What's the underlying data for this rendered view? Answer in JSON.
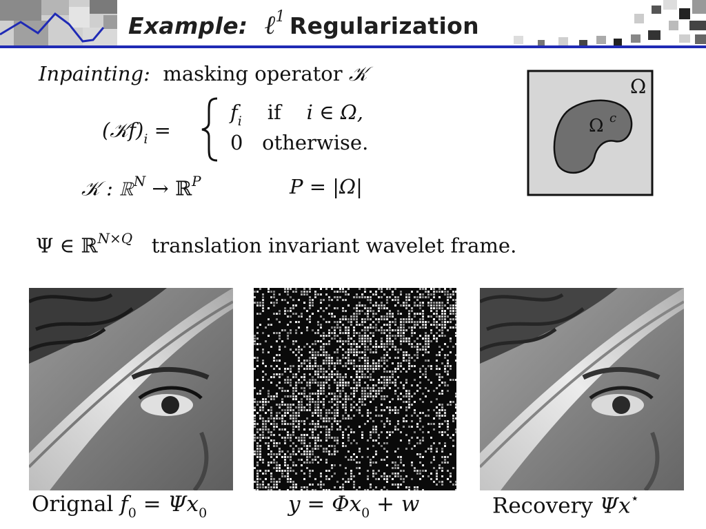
{
  "header": {
    "title_prefix": "Example:",
    "title_ell": "ℓ",
    "title_ell_sup": "1",
    "title_main": "Regularization",
    "rule_color": "#1f2ab5"
  },
  "definition": {
    "inpainting_label": "Inpainting:",
    "inpainting_text": "masking operator",
    "operator_symbol": "𝒦",
    "lhs": "(𝒦f)",
    "lhs_sub": "i",
    "equals": "=",
    "case1_value": "f",
    "case1_value_sub": "i",
    "case1_cond": "if",
    "case1_set": "i ∈ Ω,",
    "case2_value": "0",
    "case2_cond": "otherwise.",
    "mapping": "𝒦 : ℝ",
    "mapping_sup_n": "N",
    "mapping_arrow": " → ℝ",
    "mapping_sup_p": "P",
    "p_def": "P = |Ω|",
    "psi": "Ψ ∈ ℝ",
    "psi_sup": "N×Q",
    "psi_text": "translation invariant wavelet frame."
  },
  "diagram": {
    "outer_label": "Ω",
    "inner_label": "Ω",
    "inner_label_sup": "c",
    "outer_fill": "#d6d6d6",
    "inner_fill": "#6f6f6f"
  },
  "figures": {
    "original_caption_word": "Orignal",
    "original_caption_math": "f",
    "original_caption_sub": "0",
    "original_caption_eq": " = Ψx",
    "original_caption_sub2": "0",
    "masked_caption": "y = Φx",
    "masked_caption_sub": "0",
    "masked_caption_end": " + w",
    "recovery_caption_word": "Recovery",
    "recovery_caption_math": "Ψx",
    "recovery_caption_sup": "⋆"
  }
}
